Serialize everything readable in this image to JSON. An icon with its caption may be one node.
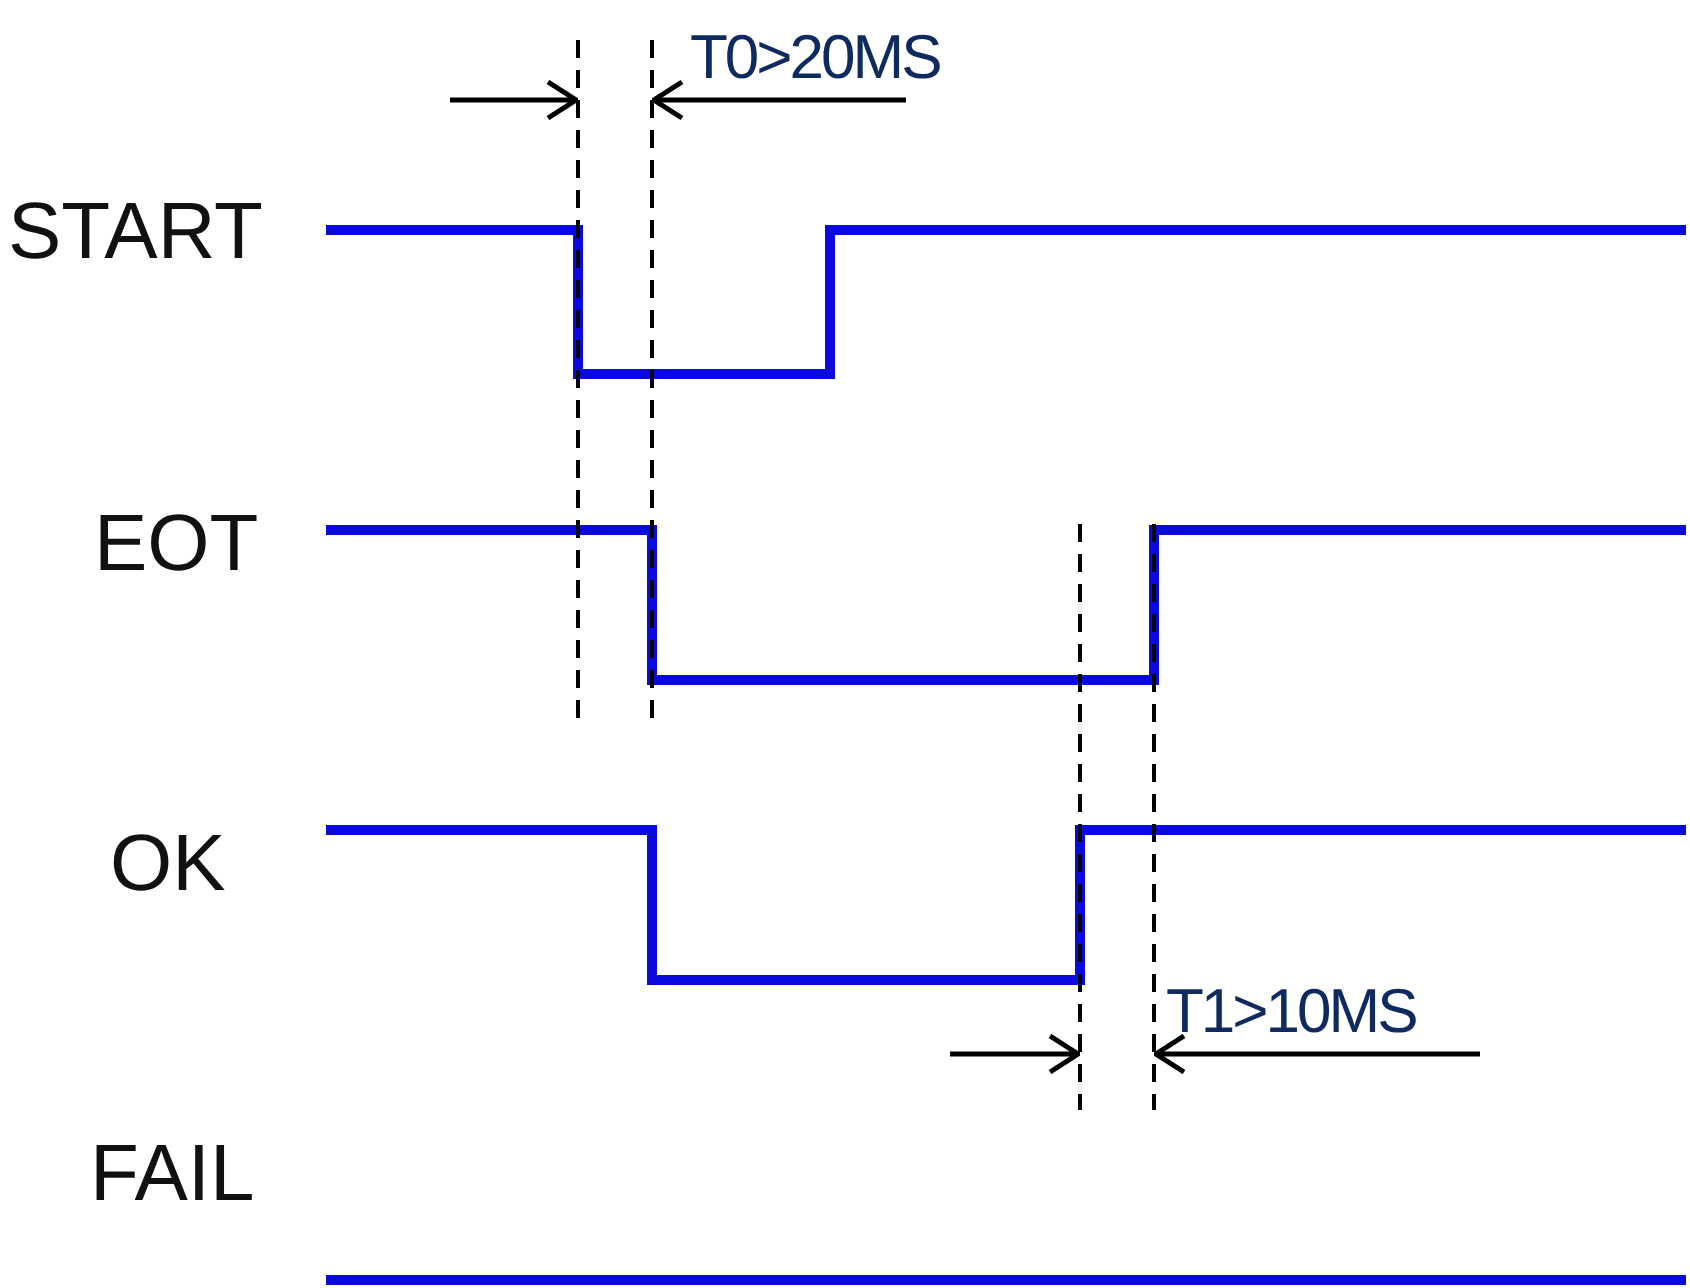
{
  "diagram": {
    "labels": [
      "START",
      "EOT",
      "OK",
      "FAIL",
      "T0>20MS",
      "T1>10MS"
    ]
  }
}
